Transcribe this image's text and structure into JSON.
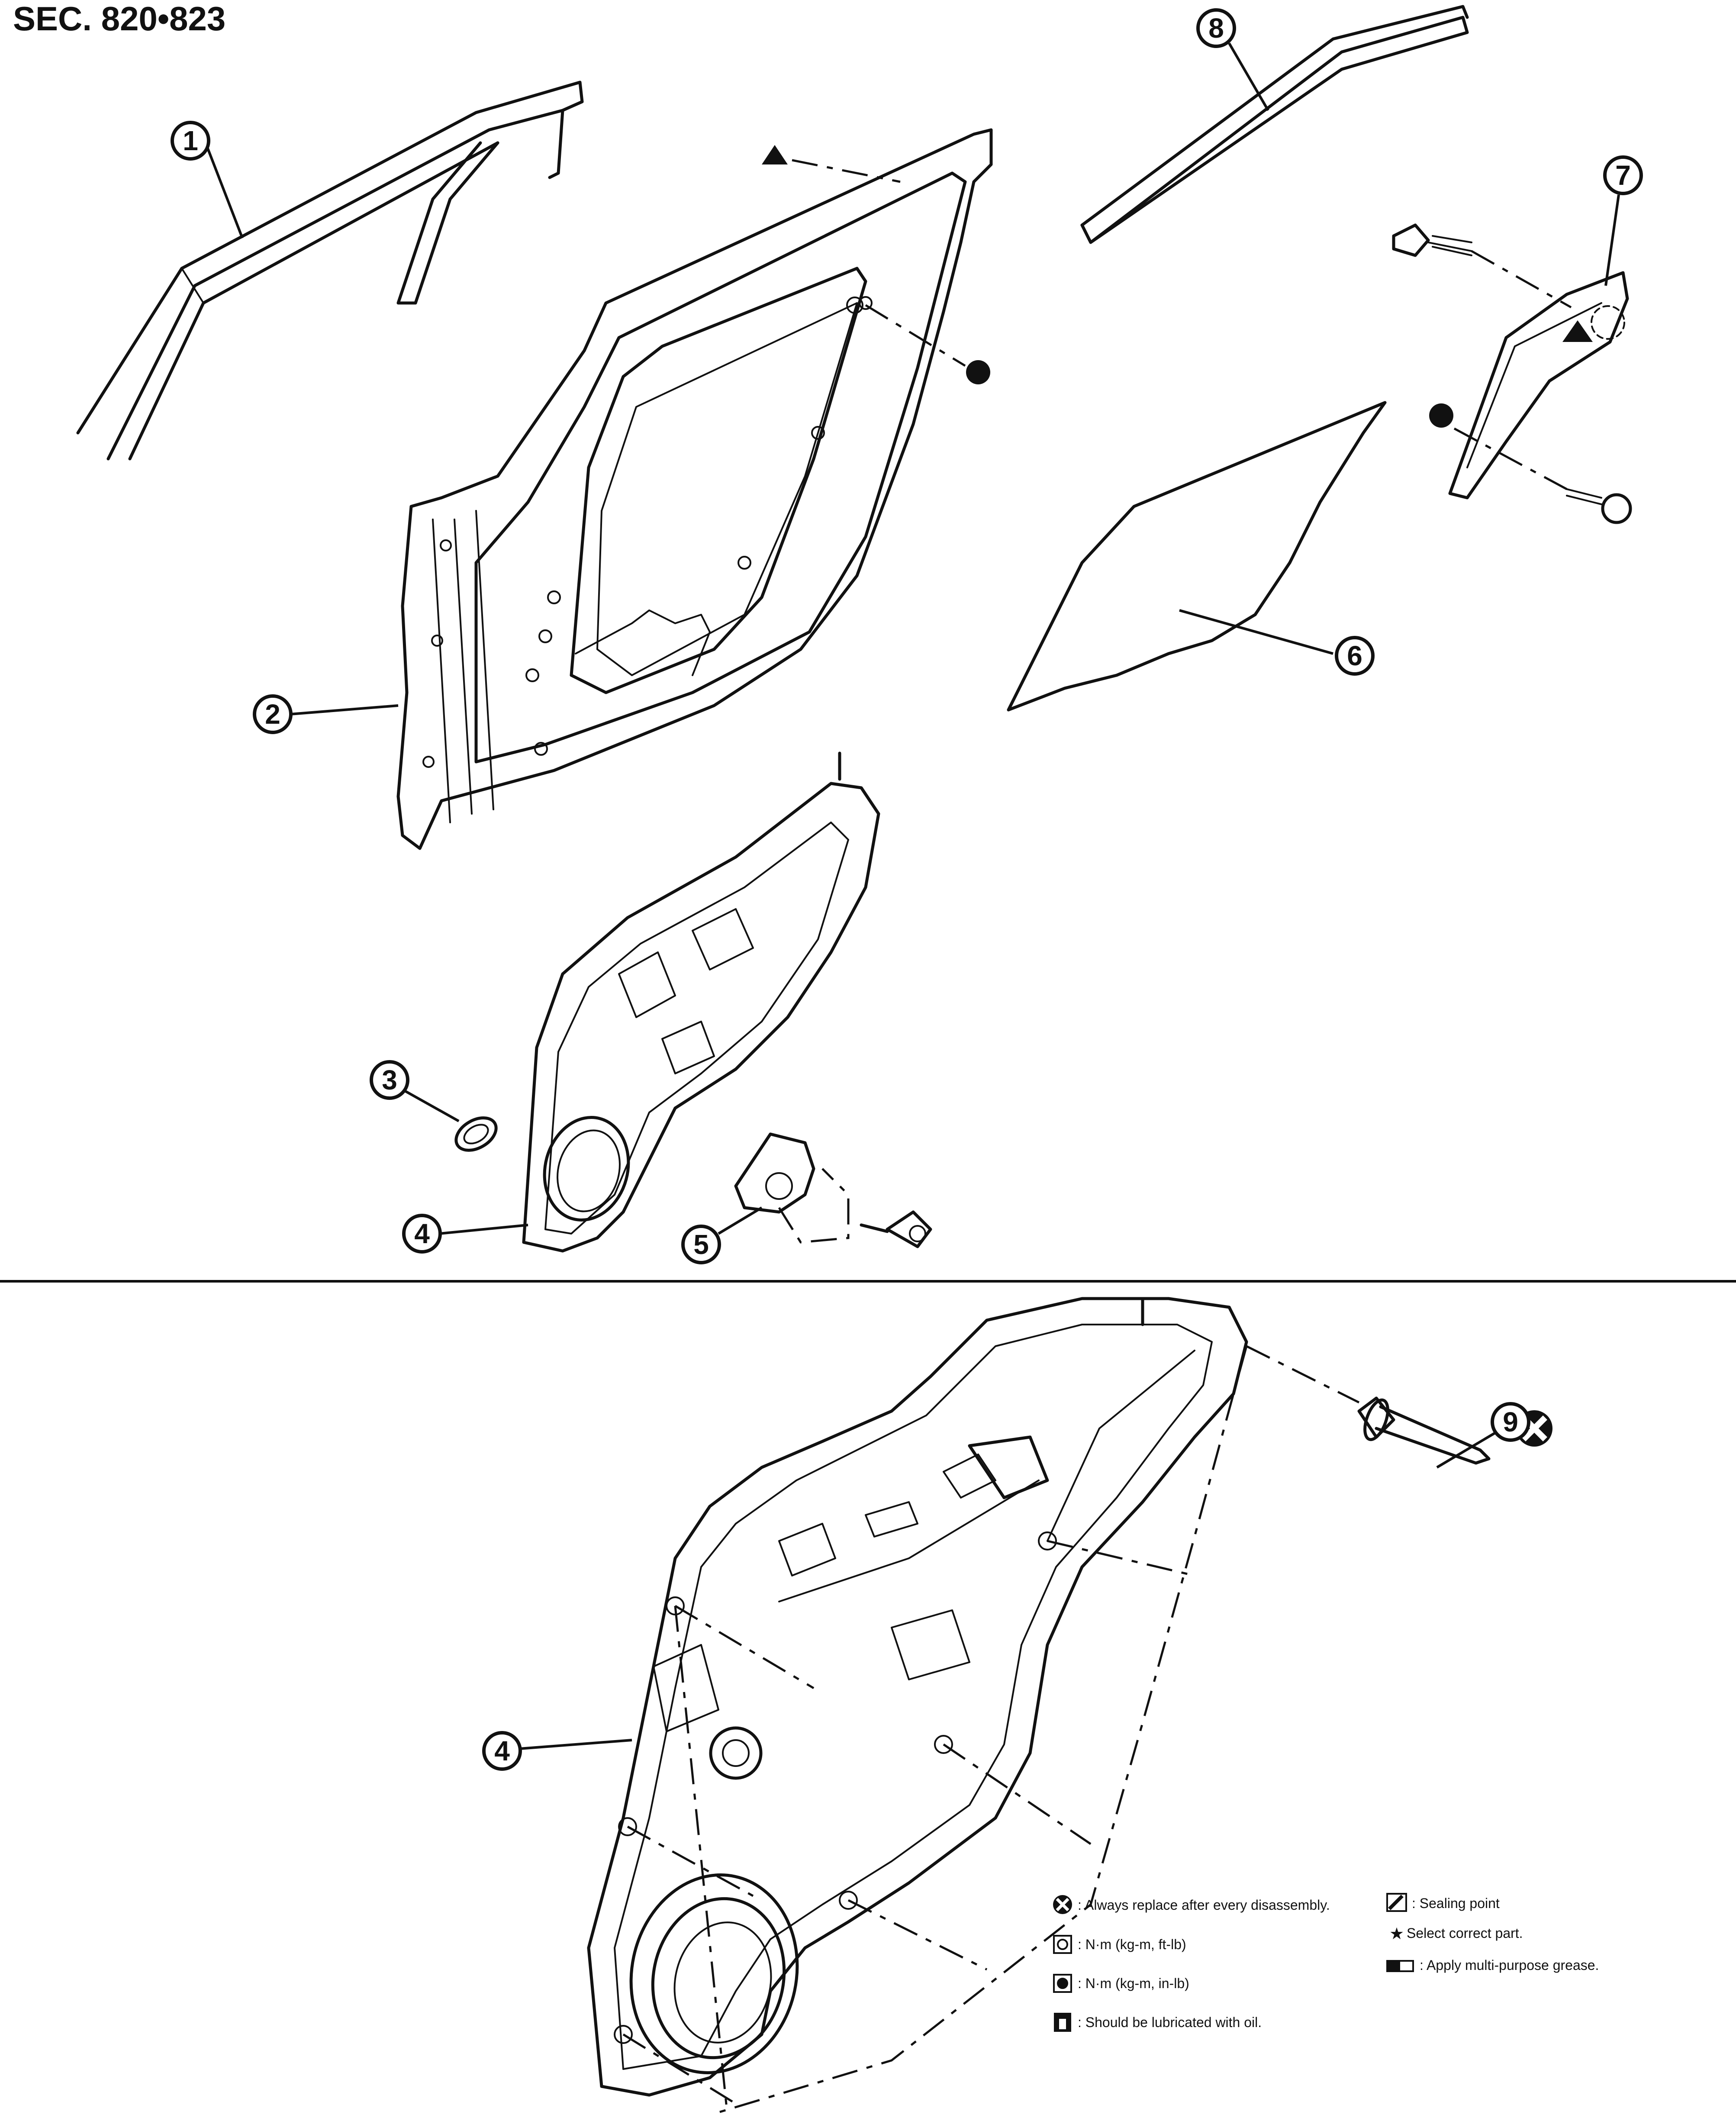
{
  "section_label": "SEC. 820•823",
  "callouts": [
    {
      "id": "callout-1",
      "number": "1"
    },
    {
      "id": "callout-2",
      "number": "2"
    },
    {
      "id": "callout-3",
      "number": "3"
    },
    {
      "id": "callout-4-top",
      "number": "4"
    },
    {
      "id": "callout-5",
      "number": "5"
    },
    {
      "id": "callout-6",
      "number": "6"
    },
    {
      "id": "callout-7",
      "number": "7"
    },
    {
      "id": "callout-8",
      "number": "8"
    },
    {
      "id": "callout-9",
      "number": "9"
    },
    {
      "id": "callout-4-bottom",
      "number": "4"
    }
  ],
  "legend": {
    "always_replace": ": Always replace after every disassembly.",
    "torque_ft_lb": ": N·m (kg-m, ft-lb)",
    "torque_in_lb": ": N·m (kg-m, in-lb)",
    "lubricate_oil": ": Should be lubricated with oil.",
    "sealing_point": ": Sealing point",
    "select_part": "Select correct part.",
    "apply_grease": ": Apply multi-purpose grease."
  },
  "icons": {
    "replace": "x-circle-icon",
    "torque": "torque-wrench-icon",
    "oil": "oil-can-icon",
    "sealant": "sealant-tube-icon",
    "star": "star-icon",
    "grease": "grease-gun-icon"
  }
}
